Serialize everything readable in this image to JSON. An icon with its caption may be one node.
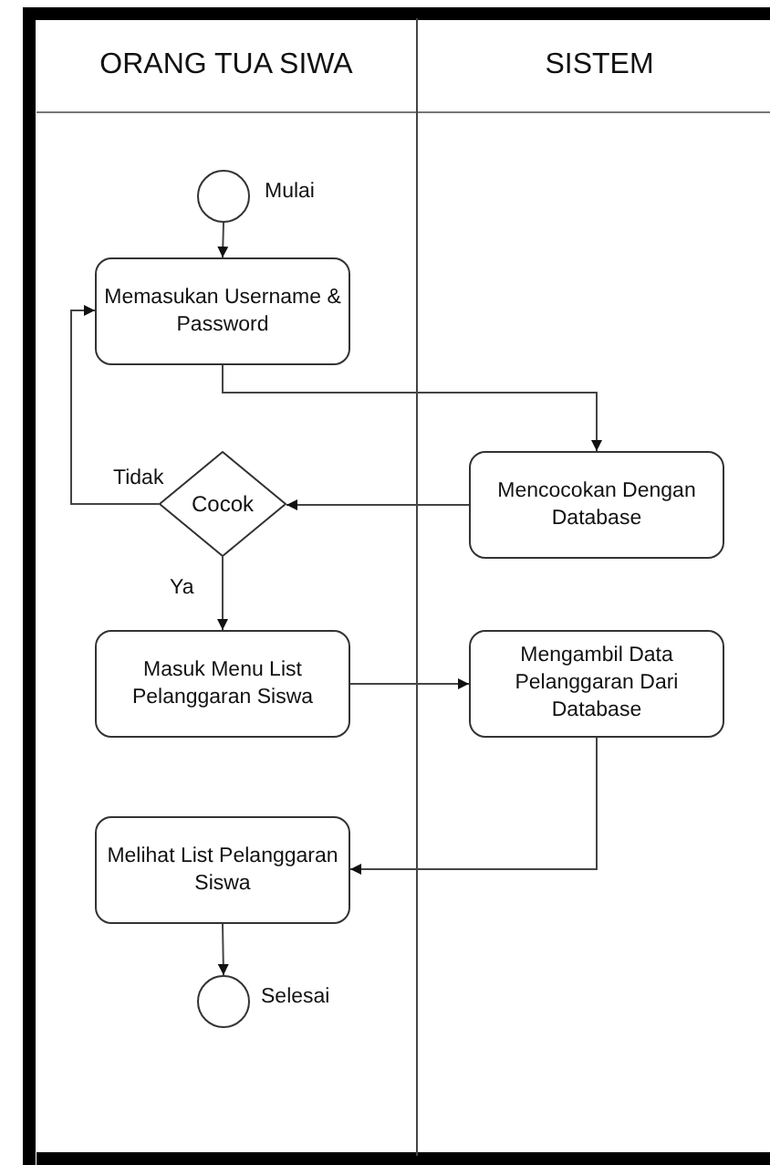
{
  "diagram": {
    "nodes": [
      {
        "text": [
          "ORANG TUA SIWA"
        ]
      },
      {
        "text": [
          "SISTEM"
        ]
      },
      {
        "text": [],
        "shape": "circle",
        "in": 0,
        "beside": [
          "Mulai"
        ]
      },
      {
        "text": [
          "Memasukan Username & Password"
        ],
        "in": 0
      },
      {
        "text": [
          "Mencocokan Dengan Database"
        ],
        "in": 1
      },
      {
        "text": [
          "Cocok"
        ],
        "in": 0
      },
      {
        "text": [
          "Masuk Menu List Pelanggaran Siswa"
        ],
        "in": 0
      },
      {
        "text": [
          "Mengambil Data Pelanggaran Dari Database"
        ],
        "in": 1
      },
      {
        "text": [
          "Melihat List Pelanggaran Siswa"
        ],
        "in": 0
      },
      {
        "text": [],
        "shape": "circle",
        "in": 0,
        "beside": [
          "Selesai"
        ]
      }
    ],
    "edges": [
      {
        "from": 2,
        "to": 3,
        "arrow": "to"
      },
      {
        "from": 3,
        "to": 4,
        "arrow": "to"
      },
      {
        "from": 4,
        "to": 5,
        "arrow": "to"
      },
      {
        "from": 5,
        "to": 3,
        "arrow": "to",
        "label": "Tidak"
      },
      {
        "from": 5,
        "to": 6,
        "arrow": "to",
        "label": "Ya"
      },
      {
        "from": 6,
        "to": 7,
        "arrow": "to"
      },
      {
        "from": 7,
        "to": 8,
        "arrow": "to"
      },
      {
        "from": 8,
        "to": 9,
        "arrow": "to"
      }
    ]
  }
}
